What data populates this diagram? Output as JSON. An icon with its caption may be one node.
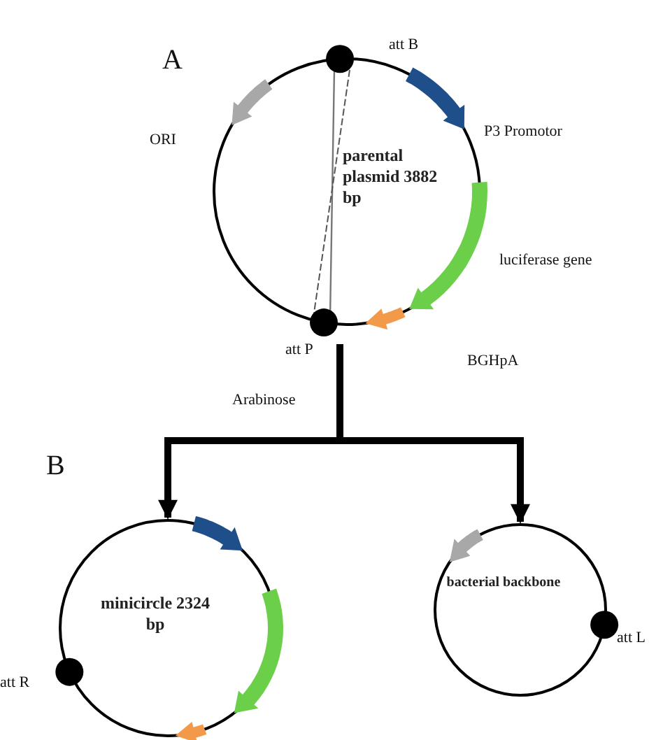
{
  "diagram": {
    "nodes": [
      {
        "text": [
          "parental plasmid 3882 bp"
        ],
        "beside": [
          "att B",
          "ORI",
          "P3 Promotor",
          "luciferase gene",
          "att P",
          "BGHpA"
        ]
      },
      {
        "text": [
          "minicircle 2324 bp"
        ],
        "beside": [
          "att R"
        ]
      },
      {
        "text": [
          "bacterial backbone"
        ],
        "beside": [
          "att L"
        ]
      }
    ],
    "edges": [
      {
        "from": 0,
        "to": 1,
        "arrow": "to"
      },
      {
        "from": 0,
        "to": 2,
        "arrow": "to"
      }
    ],
    "labels": [
      "A",
      "Arabinose",
      "B"
    ]
  }
}
